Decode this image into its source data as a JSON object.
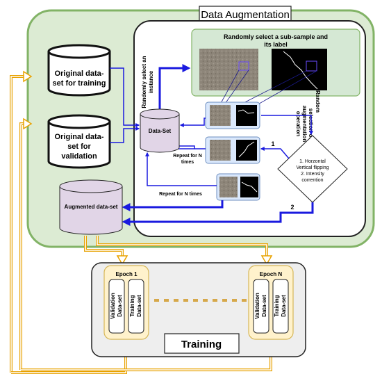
{
  "augmentation": {
    "title": "Data Augmentation",
    "sub_sample_title_line1": "Randomly select a sub-sample and",
    "sub_sample_title_line2": "its label",
    "select_instance_line1": "Randomly select an",
    "select_instance_line2": "instance",
    "random_op_line1": "Random",
    "random_op_line2": "selection of",
    "random_op_line3": "augmentation",
    "random_op_line4": "operation",
    "operations_line1": "1. Horzontal",
    "operations_line2": "Vertical flipping",
    "operations_line3": "2. Intensity",
    "operations_line4": "corrention",
    "repeat1_line1": "Repeat for N",
    "repeat1_line2": "times",
    "repeat2": "Repeat for N times",
    "branch_1": "1",
    "branch_2": "2"
  },
  "datasets": {
    "training_line1": "Original data-",
    "training_line2": "set for training",
    "validation_line1": "Original data-",
    "validation_line2": "set for",
    "validation_line3": "validation",
    "dataset_label": "Data-Set",
    "augmented_label": "Augmented data-set"
  },
  "training": {
    "title": "Training",
    "epoch1": "Epoch 1",
    "epochN": "Epoch N",
    "validation_line1": "Validation",
    "validation_line2": "Data-set",
    "training_line1": "Training",
    "training_line2": "Data-set"
  },
  "colors": {
    "outer_green_fill": "#dcebd3",
    "outer_green_stroke": "#82b366",
    "arrow_blue": "#1a1adf",
    "arrow_orange": "#e8a200",
    "cylinder_purple": "#e1d5e7",
    "thumb_frame": "#dae8fc",
    "training_fill": "#eeeeee",
    "epoch_fill": "#fff2cc"
  }
}
